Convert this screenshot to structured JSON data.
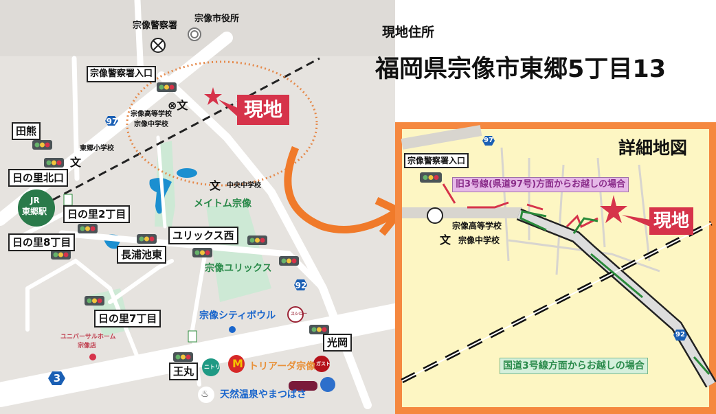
{
  "overview_map": {
    "landmarks": {
      "police": "宗像警察署",
      "city_hall": "宗像市役所",
      "high_school": "宗像高等学校",
      "junior_high": "宗像中学校",
      "togo_elem": "東郷小学校",
      "chuo_jh": "中央中学校",
      "meitom": "メイトム宗像",
      "yurix": "宗像ユリックス",
      "city_bowl": "宗像シティボウル",
      "universal_home": "ユニバーサルホーム",
      "universal_home_branch": "宗像店",
      "toriada": "トリアーダ宗像",
      "onsen": "天然温泉やまつばさ",
      "station_jr": "JR",
      "station": "東郷駅",
      "nitori": "ニトリ",
      "sushiro": "スシロー",
      "gusto": "ガスト"
    },
    "intersections": {
      "police_entrance": "宗像警察署入口",
      "takuma": "田熊",
      "hinosato_kita": "日の里北口",
      "hinosato2": "日の里2丁目",
      "hinosato8": "日の里8丁目",
      "nagaura": "長浦池東",
      "yurix_west": "ユリックス西",
      "hinosato7": "日の里7丁目",
      "omaru": "王丸",
      "mitsuoka": "光岡"
    },
    "route_badges": {
      "r97": "97",
      "r92": "92",
      "r3": "3"
    },
    "site_label": "現地"
  },
  "address": {
    "heading": "現地住所",
    "value": "福岡県宗像市東郷5丁目13"
  },
  "detail_map": {
    "title": "詳細地図",
    "police_entrance": "宗像警察署入口",
    "high_school": "宗像高等学校",
    "junior_high": "宗像中学校",
    "route_old3": "旧3号線(県道97号)方面からお越しの場合",
    "route_national3": "国道3号線方面からお越しの場合",
    "site_label": "現地",
    "badge97": "97",
    "badge92": "92"
  },
  "colors": {
    "site_red": "#d6334a",
    "frame_orange": "#f5883f",
    "detail_bg": "#fdf6c3",
    "map_bg": "#e6e3df",
    "park_green": "#cde9d5"
  }
}
